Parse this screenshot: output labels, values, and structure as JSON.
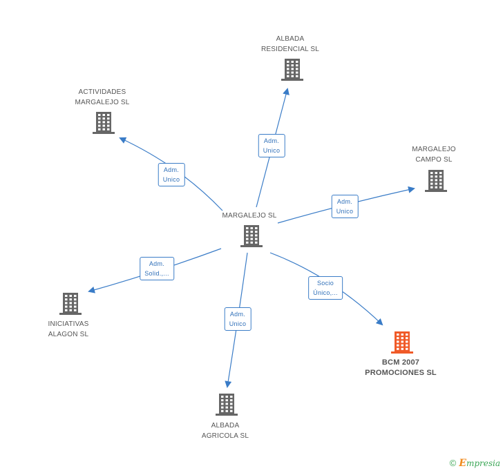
{
  "colors": {
    "edge": "#3a7cc7",
    "node": "#666666",
    "focus_node": "#f05a28"
  },
  "nodes": [
    {
      "id": "margalejo",
      "label": "MARGALEJO SL",
      "icon": "building-icon"
    },
    {
      "id": "albada_residencial",
      "label": "ALBADA\nRESIDENCIAL SL",
      "icon": "building-icon"
    },
    {
      "id": "actividades",
      "label": "ACTIVIDADES\nMARGALEJO SL",
      "icon": "building-icon"
    },
    {
      "id": "margalejo_campo",
      "label": "MARGALEJO\nCAMPO SL",
      "icon": "building-icon"
    },
    {
      "id": "iniciativas",
      "label": "INICIATIVAS\nALAGON SL",
      "icon": "building-icon"
    },
    {
      "id": "albada_agricola",
      "label": "ALBADA\nAGRICOLA SL",
      "icon": "building-icon"
    },
    {
      "id": "bcm",
      "label": "BCM 2007\nPROMOCIONES SL",
      "icon": "building-icon",
      "focus": true
    }
  ],
  "edges": [
    {
      "from": "margalejo",
      "to": "albada_residencial",
      "label": "Adm.\nUnico"
    },
    {
      "from": "margalejo",
      "to": "actividades",
      "label": "Adm.\nUnico"
    },
    {
      "from": "margalejo",
      "to": "margalejo_campo",
      "label": "Adm.\nUnico"
    },
    {
      "from": "margalejo",
      "to": "iniciativas",
      "label": "Adm.\nSolid.,..."
    },
    {
      "from": "margalejo",
      "to": "albada_agricola",
      "label": "Adm.\nUnico"
    },
    {
      "from": "margalejo",
      "to": "bcm",
      "label": "Socio\nÚnico,..."
    }
  ],
  "footer": {
    "copyright": "©",
    "brand_initial": "E",
    "brand_rest": "mpresia"
  }
}
